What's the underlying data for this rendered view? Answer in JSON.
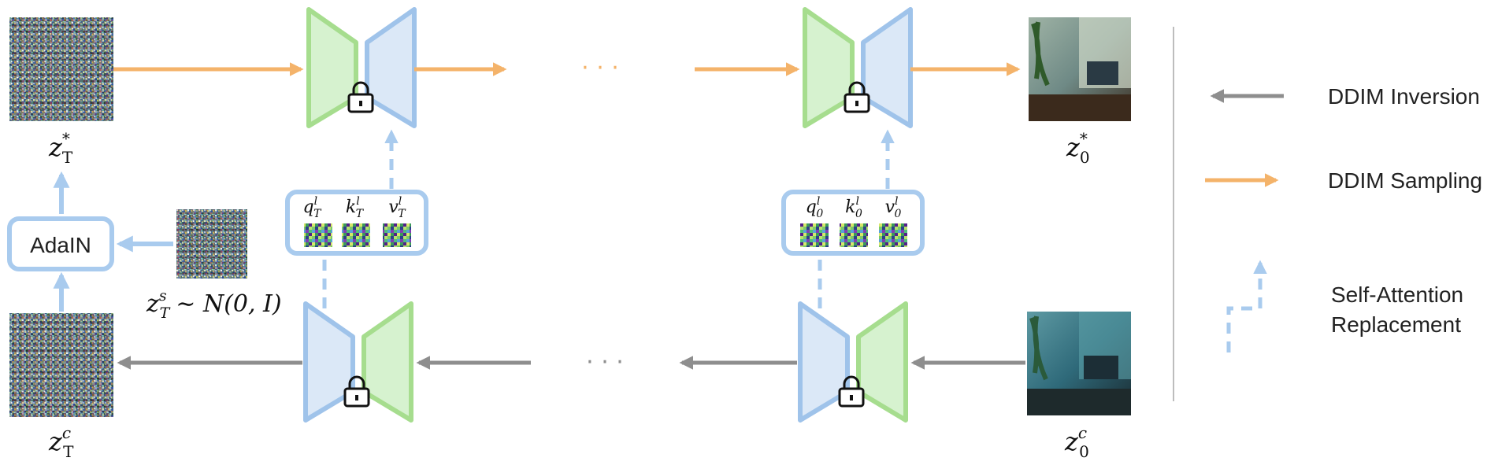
{
  "colors": {
    "unet_green_fill": "#d6f2cf",
    "unet_green_stroke": "#a6dd8e",
    "unet_blue_fill": "#dbe8f7",
    "unet_blue_stroke": "#9fc3ea",
    "sampling_arrow": "#f4b36a",
    "inversion_arrow": "#8e8e8e",
    "attention_blue": "#a9cbee"
  },
  "labels": {
    "zT_star": {
      "base": "z",
      "sub": "T",
      "sup": "*"
    },
    "zT_c": {
      "base": "z",
      "sub": "T",
      "sup": "c"
    },
    "z0_star": {
      "base": "z",
      "sub": "0",
      "sup": "*"
    },
    "z0_c": {
      "base": "z",
      "sub": "0",
      "sup": "c"
    },
    "zT_s": {
      "base": "z",
      "sub": "T",
      "sup": "s",
      "rest": "∼ N(0, I)"
    }
  },
  "adain": {
    "label": "AdaIN"
  },
  "qkv_T": {
    "q": "q",
    "k": "k",
    "v": "v",
    "sup": "l",
    "sub": "T"
  },
  "qkv_0": {
    "q": "q",
    "k": "k",
    "v": "v",
    "sup": "l",
    "sub": "0"
  },
  "ellipsis": "· · ·",
  "legend": {
    "inversion": "DDIM Inversion",
    "sampling": "DDIM Sampling",
    "attention_line1": "Self-Attention",
    "attention_line2": "Replacement"
  },
  "icons": [
    "lock-icon",
    "noise-latent",
    "room-photo"
  ]
}
